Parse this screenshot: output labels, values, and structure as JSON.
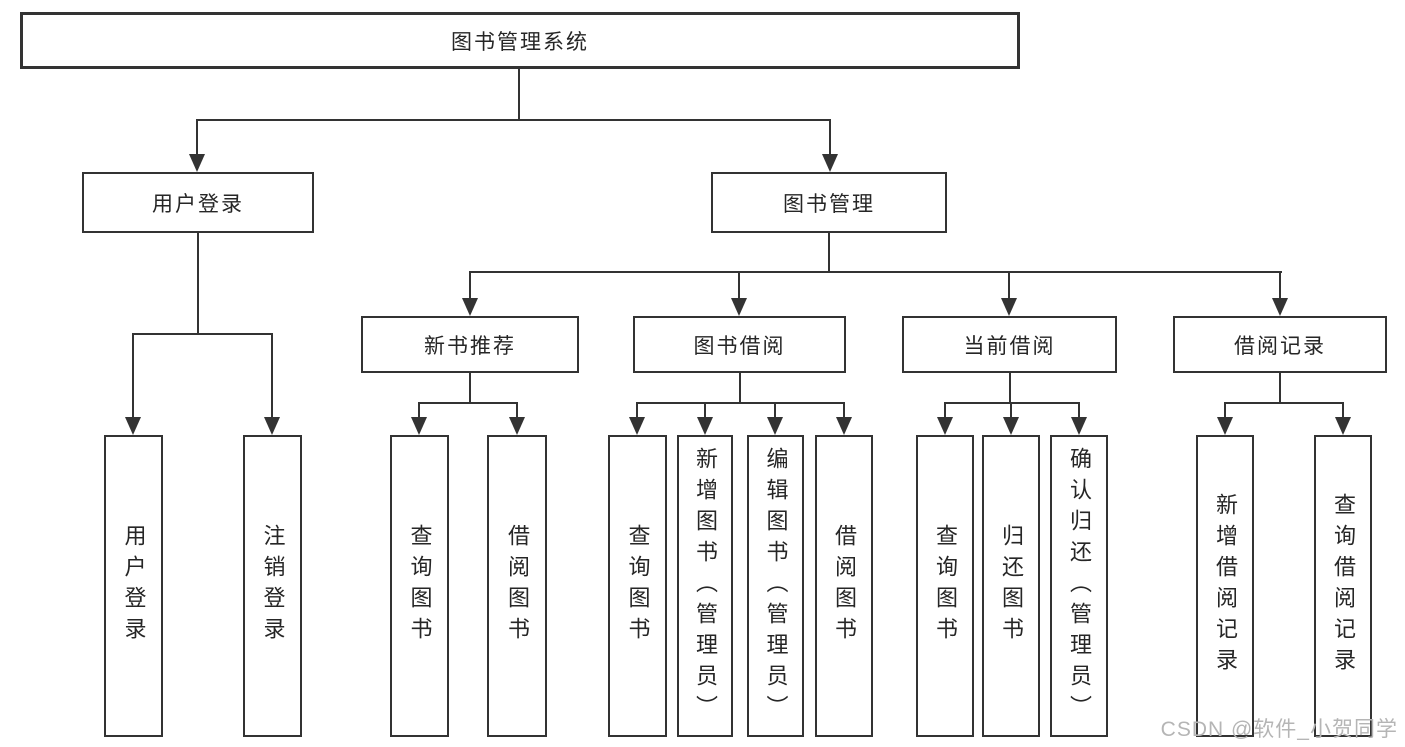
{
  "diagram": {
    "title": "图书管理系统",
    "nodes": {
      "root": {
        "label": "图书管理系统"
      },
      "level2": [
        {
          "label": "用户登录"
        },
        {
          "label": "图书管理"
        }
      ],
      "level3": [
        {
          "label": "新书推荐"
        },
        {
          "label": "图书借阅"
        },
        {
          "label": "当前借阅"
        },
        {
          "label": "借阅记录"
        }
      ],
      "leaves": [
        {
          "label": "用户登录"
        },
        {
          "label": "注销登录"
        },
        {
          "label": "查询图书"
        },
        {
          "label": "借阅图书"
        },
        {
          "label": "查询图书"
        },
        {
          "label": "新增图书（管理员）"
        },
        {
          "label": "编辑图书（管理员）"
        },
        {
          "label": "借阅图书"
        },
        {
          "label": "查询图书"
        },
        {
          "label": "归还图书"
        },
        {
          "label": "确认归还（管理员）"
        },
        {
          "label": "新增借阅记录"
        },
        {
          "label": "查询借阅记录"
        }
      ]
    },
    "colors": {
      "line": "#333333",
      "text": "#262626",
      "background": "#ffffff",
      "watermark_text": "#b5b5b5"
    }
  },
  "watermark": "CSDN @软件_小贺同学"
}
